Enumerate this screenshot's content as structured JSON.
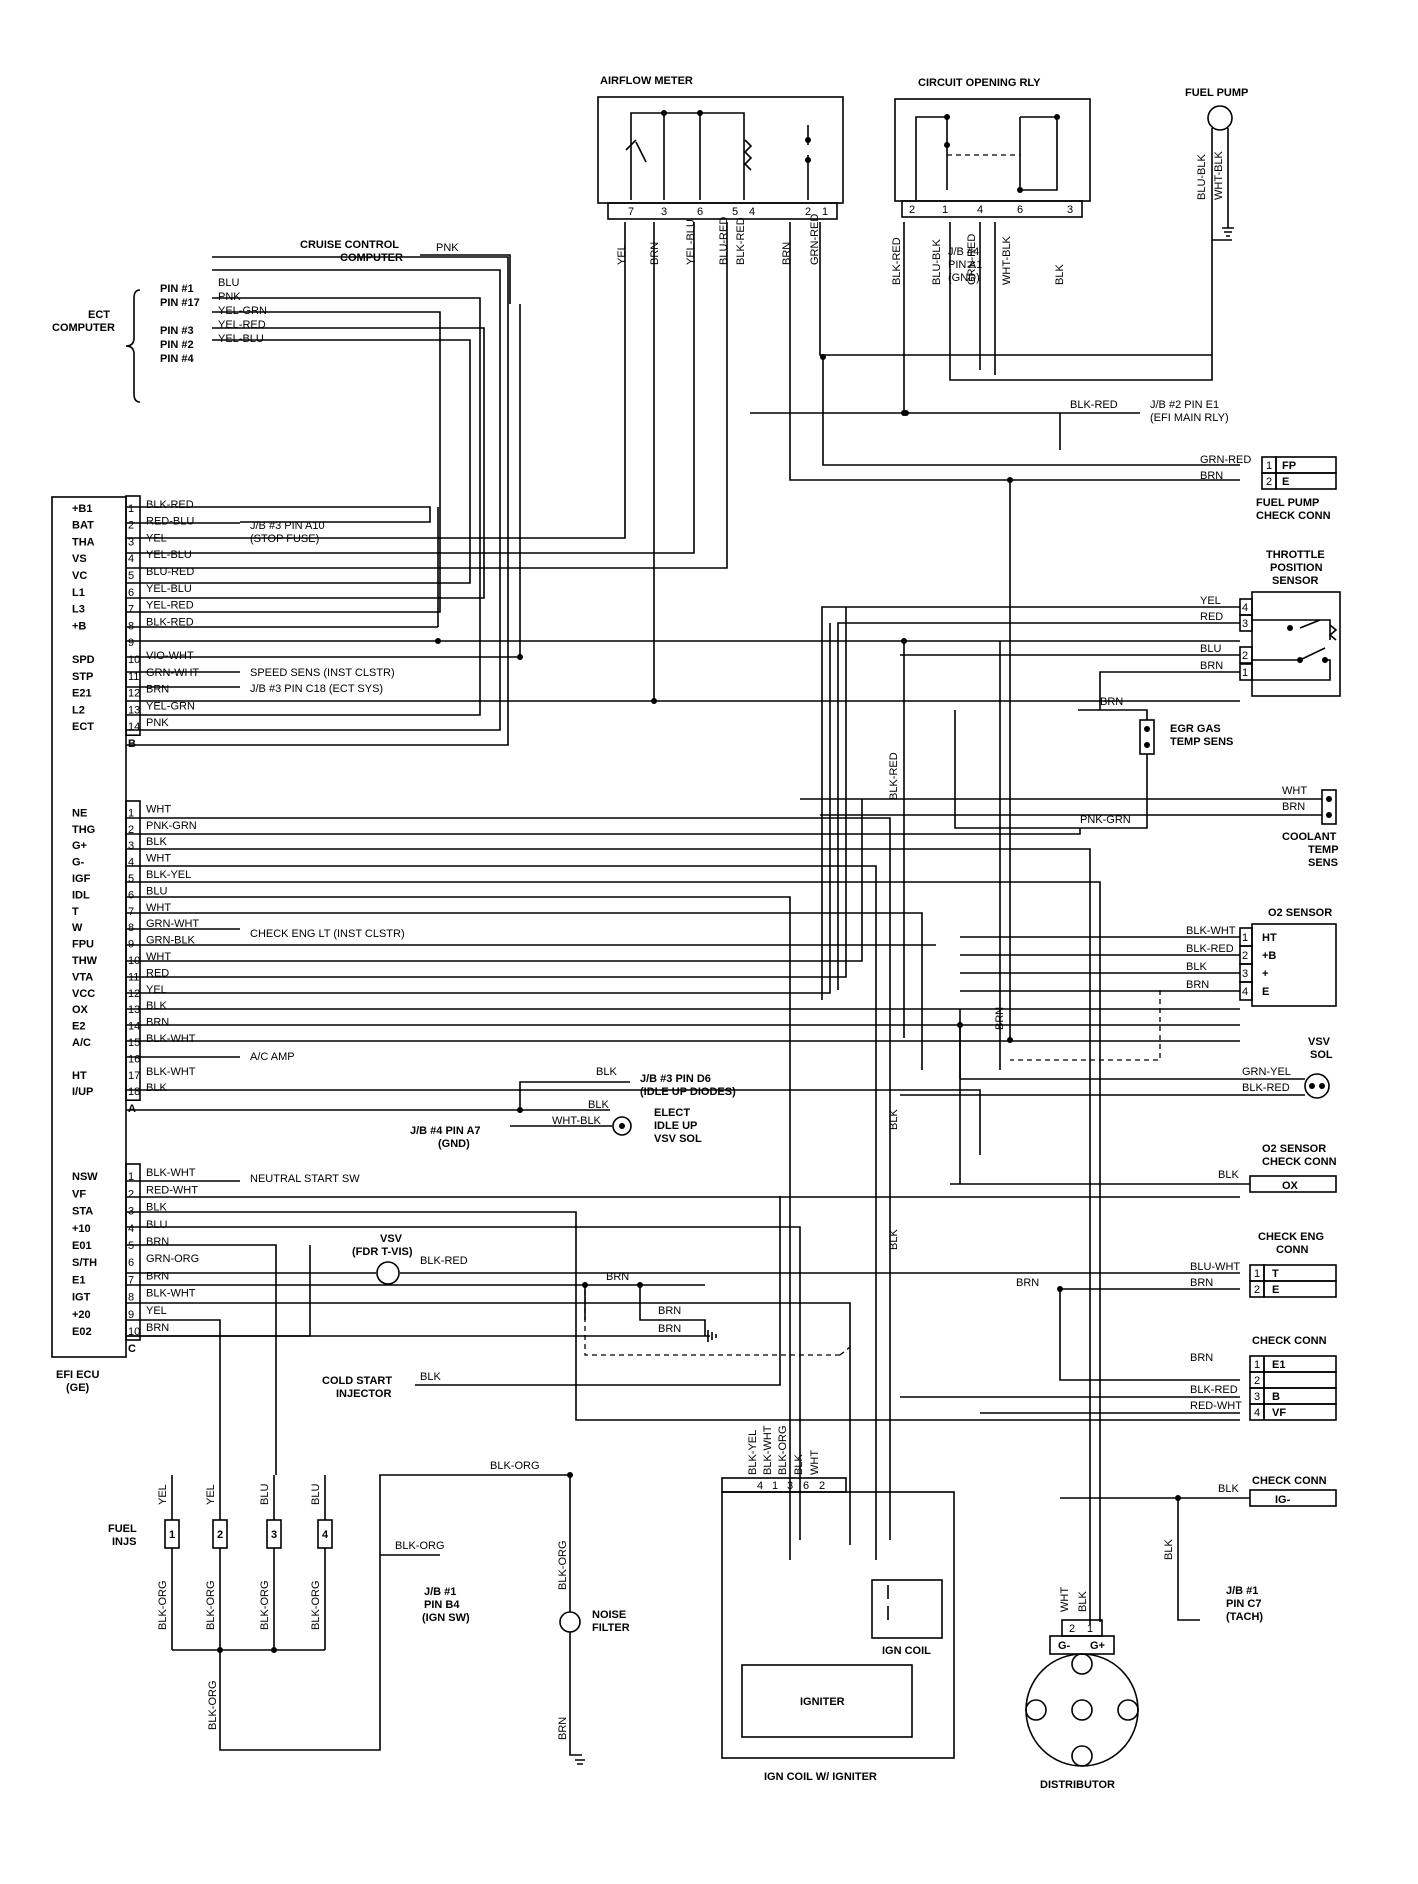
{
  "components": {
    "airflow_meter": "AIRFLOW METER",
    "circuit_opening_rly": "CIRCUIT OPENING RLY",
    "fuel_pump": "FUEL PUMP",
    "cruise_control": [
      "CRUISE CONTROL",
      "COMPUTER"
    ],
    "ect_computer": [
      "ECT",
      "COMPUTER"
    ],
    "efi_ecu": [
      "EFI ECU",
      "(GE)"
    ],
    "fuel_pump_check_conn": [
      "FUEL PUMP",
      "CHECK CONN"
    ],
    "tps": [
      "THROTTLE",
      "POSITION",
      "SENSOR"
    ],
    "egr_gas_temp": [
      "EGR GAS",
      "TEMP SENS"
    ],
    "coolant_temp": [
      "COOLANT",
      "TEMP",
      "SENS"
    ],
    "o2_sensor": "O2 SENSOR",
    "vsv_sol": [
      "VSV",
      "SOL"
    ],
    "o2_check_conn": [
      "O2 SENSOR",
      "CHECK CONN"
    ],
    "check_eng_conn": [
      "CHECK ENG",
      "CONN"
    ],
    "check_conn": "CHECK CONN",
    "check_conn_ig": "CHECK CONN",
    "cold_start_injector": [
      "COLD START",
      "INJECTOR"
    ],
    "fuel_injs": [
      "FUEL",
      "INJS"
    ],
    "noise_filter": [
      "NOISE",
      "FILTER"
    ],
    "ign_coil_w_igniter": "IGN COIL W/ IGNITER",
    "igniter": "IGNITER",
    "ign_coil": "IGN COIL",
    "distributor": "DISTRIBUTOR",
    "vsv_fdr": [
      "VSV",
      "(FDR T-VIS)"
    ],
    "elect_idle_up": [
      "ELECT",
      "IDLE UP",
      "VSV SOL"
    ]
  },
  "ecu_connector_b": {
    "letter": "B",
    "pins": [
      {
        "name": "+B1",
        "num": "1",
        "wire": "BLK-RED"
      },
      {
        "name": "BAT",
        "num": "2",
        "wire": "RED-BLU"
      },
      {
        "name": "THA",
        "num": "3",
        "wire": "YEL"
      },
      {
        "name": "VS",
        "num": "4",
        "wire": "YEL-BLU"
      },
      {
        "name": "VC",
        "num": "5",
        "wire": "BLU-RED"
      },
      {
        "name": "L1",
        "num": "6",
        "wire": "YEL-BLU"
      },
      {
        "name": "L3",
        "num": "7",
        "wire": "YEL-RED"
      },
      {
        "name": "+B",
        "num": "8",
        "wire": "BLK-RED"
      },
      {
        "name": "",
        "num": "9",
        "wire": ""
      },
      {
        "name": "SPD",
        "num": "10",
        "wire": "VIO-WHT"
      },
      {
        "name": "STP",
        "num": "11",
        "wire": "GRN-WHT"
      },
      {
        "name": "E21",
        "num": "12",
        "wire": "BRN"
      },
      {
        "name": "L2",
        "num": "13",
        "wire": "YEL-GRN"
      },
      {
        "name": "ECT",
        "num": "14",
        "wire": "PNK"
      }
    ]
  },
  "ecu_connector_a": {
    "letter": "A",
    "pins": [
      {
        "name": "NE",
        "num": "1",
        "wire": "WHT"
      },
      {
        "name": "THG",
        "num": "2",
        "wire": "PNK-GRN"
      },
      {
        "name": "G+",
        "num": "3",
        "wire": "BLK"
      },
      {
        "name": "G-",
        "num": "4",
        "wire": "WHT"
      },
      {
        "name": "IGF",
        "num": "5",
        "wire": "BLK-YEL"
      },
      {
        "name": "IDL",
        "num": "6",
        "wire": "BLU"
      },
      {
        "name": "T",
        "num": "7",
        "wire": "WHT"
      },
      {
        "name": "W",
        "num": "8",
        "wire": "GRN-WHT"
      },
      {
        "name": "FPU",
        "num": "9",
        "wire": "GRN-BLK"
      },
      {
        "name": "THW",
        "num": "10",
        "wire": "WHT"
      },
      {
        "name": "VTA",
        "num": "11",
        "wire": "RED"
      },
      {
        "name": "VCC",
        "num": "12",
        "wire": "YEL"
      },
      {
        "name": "OX",
        "num": "13",
        "wire": "BLK"
      },
      {
        "name": "E2",
        "num": "14",
        "wire": "BRN"
      },
      {
        "name": "A/C",
        "num": "15",
        "wire": "BLK-WHT"
      },
      {
        "name": "",
        "num": "16",
        "wire": ""
      },
      {
        "name": "HT",
        "num": "17",
        "wire": "BLK-WHT"
      },
      {
        "name": "I/UP",
        "num": "18",
        "wire": "BLK"
      }
    ]
  },
  "ecu_connector_c": {
    "letter": "C",
    "pins": [
      {
        "name": "NSW",
        "num": "1",
        "wire": "BLK-WHT"
      },
      {
        "name": "VF",
        "num": "2",
        "wire": "RED-WHT"
      },
      {
        "name": "STA",
        "num": "3",
        "wire": "BLK"
      },
      {
        "name": "+10",
        "num": "4",
        "wire": "BLU"
      },
      {
        "name": "E01",
        "num": "5",
        "wire": "BRN"
      },
      {
        "name": "S/TH",
        "num": "6",
        "wire": "GRN-ORG"
      },
      {
        "name": "E1",
        "num": "7",
        "wire": "BRN"
      },
      {
        "name": "IGT",
        "num": "8",
        "wire": "BLK-WHT"
      },
      {
        "name": "+20",
        "num": "9",
        "wire": "YEL"
      },
      {
        "name": "E02",
        "num": "10",
        "wire": "BRN"
      }
    ]
  },
  "ecu_notes": [
    "J/B #3 PIN A10",
    "(STOP FUSE)",
    "SPEED SENS (INST CLSTR)",
    "J/B #3 PIN C18 (ECT SYS)",
    "CHECK ENG LT (INST CLSTR)",
    "A/C AMP",
    "NEUTRAL START SW"
  ],
  "ect_pins": [
    {
      "pin": "PIN #1",
      "wire": "BLU"
    },
    {
      "pin": "PIN #17",
      "wire": "PNK"
    },
    {
      "pin": "",
      "wire": "YEL-GRN"
    },
    {
      "pin": "PIN #3",
      "wire": "YEL-RED"
    },
    {
      "pin": "PIN #2",
      "wire": "YEL-BLU"
    },
    {
      "pin": "PIN #4",
      "wire": ""
    }
  ],
  "cruise_wire": "PNK",
  "airflow_pins": [
    "7",
    "3",
    "6",
    "5",
    "4",
    "2",
    "1"
  ],
  "airflow_wires": [
    "YEL",
    "BRN",
    "YEL-BLU",
    "BLU-RED",
    "BLK-RED",
    "BRN",
    "GRN-RED"
  ],
  "relay_pins": [
    "2",
    "1",
    "4",
    "6",
    "3"
  ],
  "relay_wires": [
    "BLK-RED",
    "BLU-BLK",
    "GRN-RED",
    "WHT-BLK",
    "BLK"
  ],
  "relay_gnd": [
    "J/B #4",
    "PIN A1",
    "(GND)"
  ],
  "pump_wires": [
    "BLU-BLK",
    "WHT-BLK"
  ],
  "jb2": [
    "J/B #2 PIN E1",
    "(EFI MAIN RLY)"
  ],
  "fp_conn": [
    {
      "num": "1",
      "name": "FP",
      "wire": "GRN-RED"
    },
    {
      "num": "2",
      "name": "E",
      "wire": "BRN"
    }
  ],
  "tps_pins": [
    {
      "num": "4",
      "wire": "YEL"
    },
    {
      "num": "3",
      "wire": "RED"
    },
    {
      "num": "2",
      "wire": "BLU"
    },
    {
      "num": "1",
      "wire": "BRN"
    }
  ],
  "egr_wires": [
    "BRN",
    "PNK-GRN"
  ],
  "coolant_wires": [
    "WHT",
    "BRN"
  ],
  "o2_pins": [
    {
      "num": "1",
      "name": "HT",
      "wire": "BLK-WHT"
    },
    {
      "num": "2",
      "name": "+B",
      "wire": "BLK-RED"
    },
    {
      "num": "3",
      "name": "+",
      "wire": "BLK"
    },
    {
      "num": "4",
      "name": "E",
      "wire": "BRN"
    }
  ],
  "vsv_sol_wires": [
    "GRN-YEL",
    "BLK-RED"
  ],
  "o2_check": {
    "wire": "BLK",
    "name": "OX"
  },
  "check_eng": [
    {
      "num": "1",
      "name": "T",
      "wire": "BLU-WHT"
    },
    {
      "num": "2",
      "name": "E",
      "wire": "BRN"
    }
  ],
  "check_conn_pins": [
    {
      "num": "1",
      "name": "E1",
      "wire": "BRN"
    },
    {
      "num": "2",
      "name": "",
      "wire": ""
    },
    {
      "num": "3",
      "name": "B",
      "wire": "BLK-RED"
    },
    {
      "num": "4",
      "name": "VF",
      "wire": "RED-WHT"
    }
  ],
  "check_conn_ig": {
    "wire": "BLK",
    "name": "IG-"
  },
  "jb1_c7": [
    "J/B #1",
    "PIN C7",
    "(TACH)"
  ],
  "jb1_b4": [
    "J/B #1",
    "PIN B4",
    "(IGN SW)"
  ],
  "jb3_d6": [
    "J/B #3 PIN D6",
    "(IDLE UP DIODES)"
  ],
  "jb4_a7": [
    "J/B #4 PIN A7",
    "(GND)"
  ],
  "idle_wires": [
    "BLK",
    "BLK",
    "WHT-BLK"
  ],
  "vsv_fdr_wire": "BLK-RED",
  "e1_wires": [
    "BRN",
    "BRN",
    "BRN"
  ],
  "cold_start_wire": "BLK",
  "blk_org": "BLK-ORG",
  "inj_nums": [
    "1",
    "2",
    "3",
    "4"
  ],
  "inj_top_wires": [
    "YEL",
    "YEL",
    "BLU",
    "BLU"
  ],
  "noise_wire": "BLK-ORG",
  "noise_gnd": "BRN",
  "igniter_pins": [
    "4",
    "1",
    "3",
    "6",
    "2"
  ],
  "igniter_wires": [
    "BLK-YEL",
    "BLK-WHT",
    "BLK-ORG",
    "BLK",
    "WHT"
  ],
  "dist_pins": [
    "2",
    "1"
  ],
  "dist_labels": [
    "G-",
    "G+"
  ],
  "dist_wires": [
    "WHT",
    "BLK"
  ],
  "long_wires": {
    "blk_red": "BLK-RED",
    "blk": "BLK",
    "brn": "BRN",
    "check_brn": "BRN",
    "cc_blk": "BLK"
  }
}
